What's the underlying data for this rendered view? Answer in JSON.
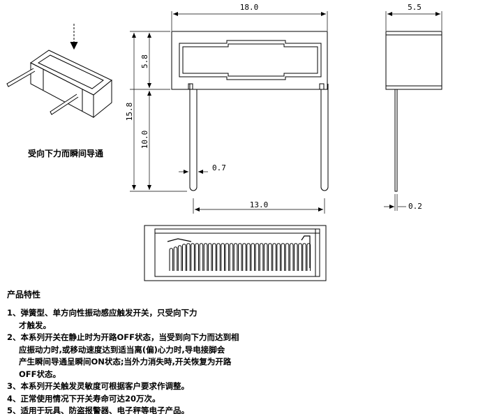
{
  "colors": {
    "line": "#000000",
    "background": "#ffffff"
  },
  "dimensions": {
    "length": "18.0",
    "width": "5.5",
    "body_height": "5.8",
    "total_height": "15.8",
    "pin_length": "10.0",
    "pin_diameter": "0.7",
    "pin_pitch": "13.0",
    "pin_thickness": "0.2"
  },
  "caption": "受向下力而瞬间导通",
  "features": {
    "title": "产品特性",
    "items": [
      {
        "number": "1、",
        "lines": [
          "弹簧型、单方向性振动感应触发开关，只受向下力",
          "才触发。"
        ]
      },
      {
        "number": "2、",
        "lines": [
          "本系列开关在静止时为开路OFF状态，当受到向下力而达到相",
          "应振动力时,或移动速度达到适当离(偏)心力时,导电接脚会",
          "产生瞬间导通呈瞬间ON状态;当外力消失時,开关恢复为开路",
          "OFF状态。"
        ]
      },
      {
        "number": "3、",
        "lines": [
          "本系列开关触发灵敏度可根据客户要求作调整。"
        ]
      },
      {
        "number": "4、",
        "lines": [
          "正常使用情况下开关寿命可达20万次。"
        ]
      },
      {
        "number": "5、",
        "lines": [
          "适用于玩具、防盗报警器、电子秤等电子产品。"
        ]
      }
    ]
  }
}
